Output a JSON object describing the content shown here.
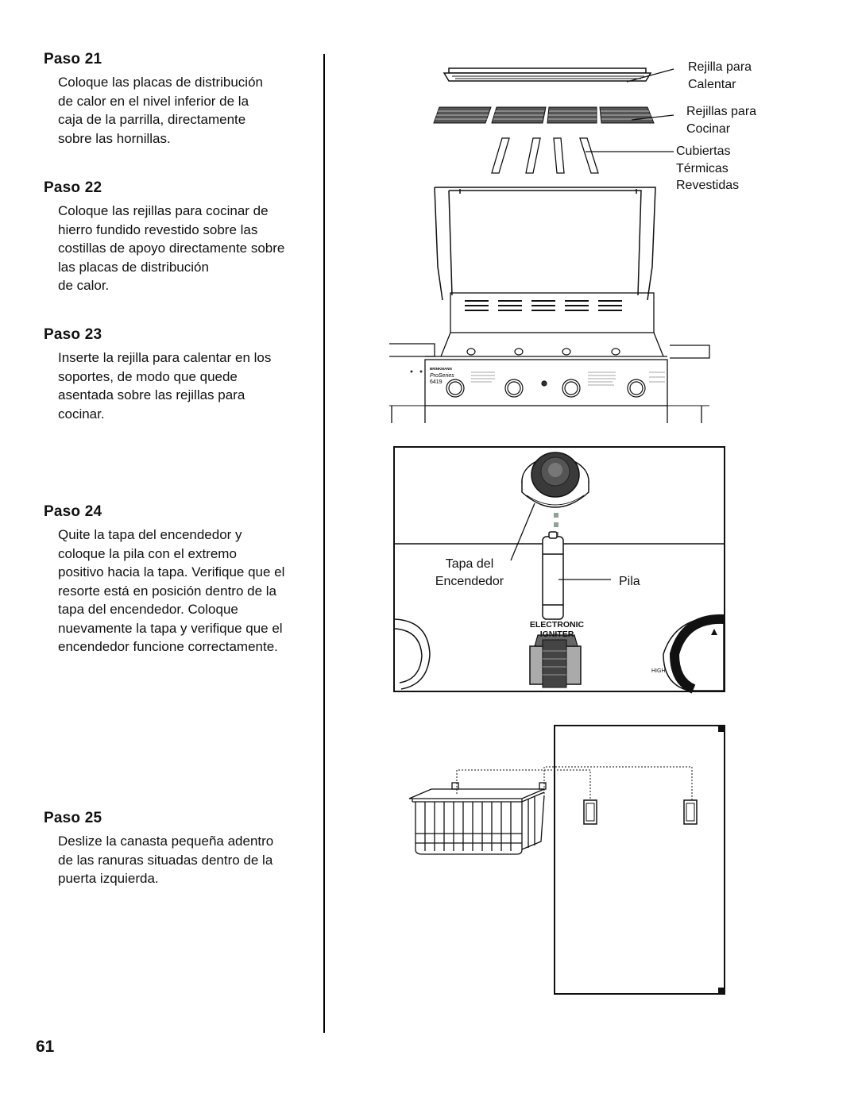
{
  "steps": [
    {
      "title": "Paso 21",
      "lines": [
        "Coloque las placas de distribución",
        "de calor en el nivel inferior de la",
        "caja de la parrilla, directamente",
        "sobre las hornillas."
      ]
    },
    {
      "title": "Paso 22",
      "lines": [
        "Coloque las rejillas para cocinar de",
        "hierro fundido revestido sobre las",
        "costillas de apoyo directamente sobre",
        "las placas de distribución",
        "de calor."
      ]
    },
    {
      "title": "Paso 23",
      "lines": [
        "Inserte la rejilla para calentar en los",
        "soportes, de modo que quede",
        "asentada sobre las rejillas para",
        "cocinar."
      ]
    },
    {
      "title": "Paso 24",
      "lines": [
        "Quite la tapa del encendedor y",
        "coloque la pila con el extremo",
        "positivo hacia la tapa. Verifique que el",
        "resorte está en posición dentro de la",
        "tapa del encendedor. Coloque",
        "nuevamente la tapa y verifique que el",
        "encendedor funcione correctamente."
      ]
    },
    {
      "title": "Paso 25",
      "lines": [
        "Deslize la canasta pequeña adentro",
        "de las ranuras situadas dentro de la",
        "puerta izquierda."
      ]
    }
  ],
  "grill_labels": {
    "warming_rack": [
      "Rejilla para",
      "Calentar"
    ],
    "cooking_grates": [
      "Rejillas para",
      "Cocinar"
    ],
    "heat_tents": [
      "Cubiertas",
      "Térmicas",
      "Revestidas"
    ]
  },
  "igniter_labels": {
    "cap": [
      "Tapa del",
      "Encendedor"
    ],
    "battery": "Pila",
    "panel_text": [
      "ELECTRONIC",
      "IGNITER"
    ],
    "knob_text": "HIGH"
  },
  "control_panel": {
    "brand": "BRINKMANN",
    "series": "ProSeries",
    "model": "6419"
  },
  "page_number": "61"
}
